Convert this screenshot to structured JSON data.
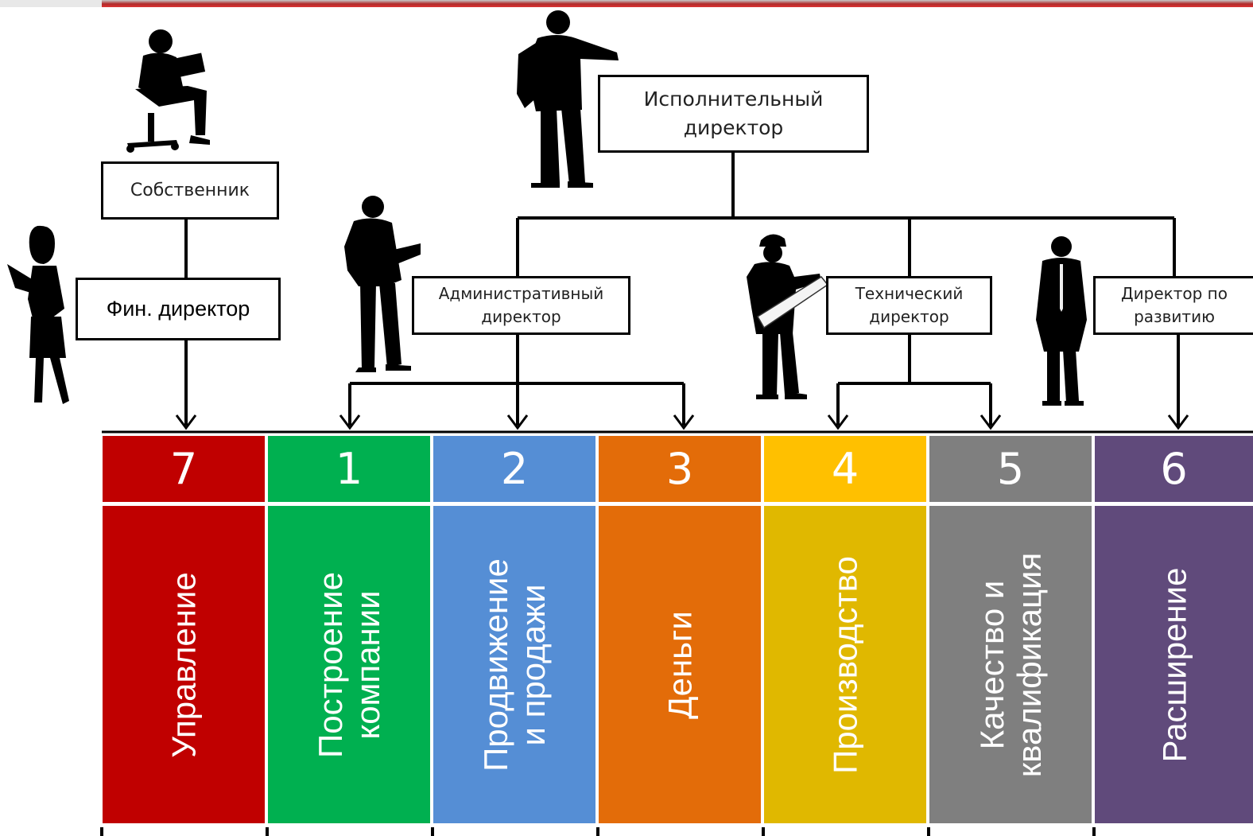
{
  "boxes": {
    "executive": "Исполнительный\nдиректор",
    "owner": "Собственник",
    "fin": "Фин. директор",
    "admin": "Административный\nдиректор",
    "tech": "Технический\nдиректор",
    "dev": "Директор по\nразвитию"
  },
  "columns": [
    {
      "number": "7",
      "label": "Управление",
      "color": "#C00000",
      "body_color": "#C00000"
    },
    {
      "number": "1",
      "label": "Построение\nкомпании",
      "color": "#00B050",
      "body_color": "#00B050"
    },
    {
      "number": "2",
      "label": "Продвижение\nи продажи",
      "color": "#558ED5",
      "body_color": "#558ED5"
    },
    {
      "number": "3",
      "label": "Деньги",
      "color": "#E36C09",
      "body_color": "#E36C09"
    },
    {
      "number": "4",
      "label": "Производство",
      "color": "#FFC000",
      "body_color": "#E0B800"
    },
    {
      "number": "5",
      "label": "Качество и\nквалификация",
      "color": "#7F7F7F",
      "body_color": "#7F7F7F"
    },
    {
      "number": "6",
      "label": "Расширение",
      "color": "#604A7B",
      "body_color": "#604A7B"
    }
  ],
  "icons": [
    "person-laptop-chair-icon",
    "person-presenting-icon",
    "person-with-folder-icon",
    "woman-with-folder-icon",
    "engineer-hardhat-icon",
    "businessman-standing-icon"
  ]
}
